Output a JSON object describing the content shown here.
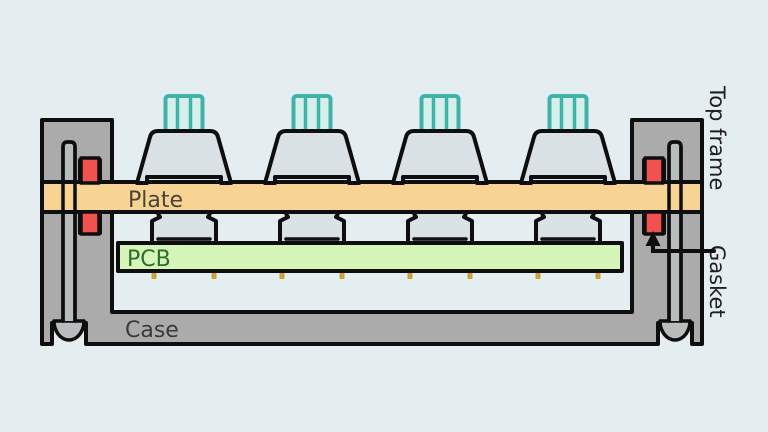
{
  "diagram": {
    "type": "keyboard-gasket-mount-cross-section",
    "labels": {
      "plate": "Plate",
      "pcb": "PCB",
      "case": "Case",
      "top_frame": "Top frame",
      "gasket": "Gasket"
    },
    "switch_count": 4,
    "colors": {
      "background": "#e4edf0",
      "case": "#ababab",
      "top_frame": "#ababab",
      "screw": "#b9bcbc",
      "plate": "#f8d494",
      "pcb": "#d6f5b8",
      "switch_body": "#d9e1e4",
      "stem_fill": "#d5efec",
      "stem_stroke": "#42b2a7",
      "gasket": "#f2534f",
      "pin": "#c9a032",
      "outline": "#0e0e0e",
      "label_plate": "#4a4336",
      "label_pcb": "#2e6b2e",
      "label_case": "#3a3a3a",
      "label_side": "#1f1f1f"
    }
  }
}
